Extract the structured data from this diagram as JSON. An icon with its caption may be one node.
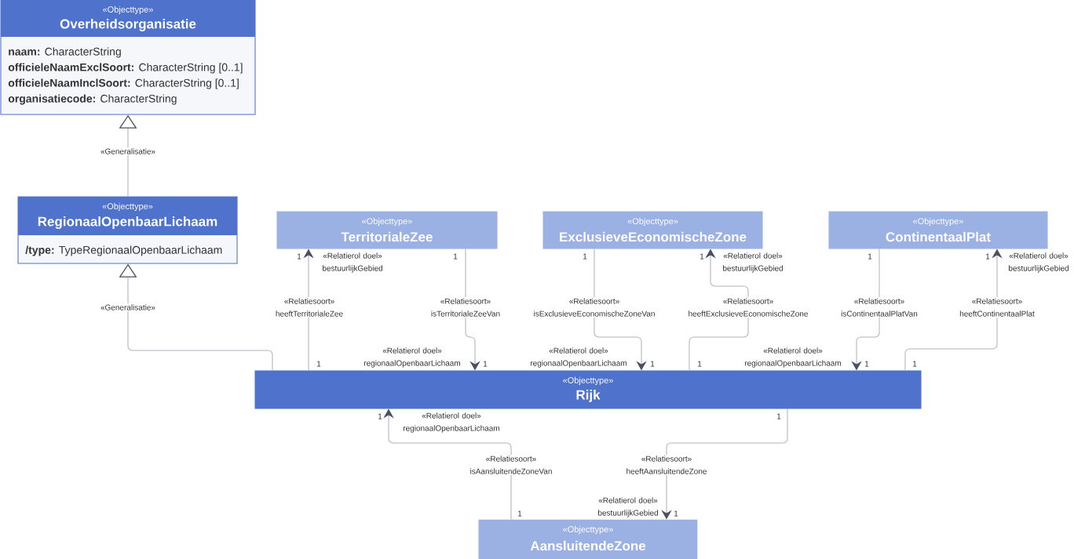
{
  "diagram": {
    "nodes": [
      {
        "text": [
          "«Objecttype»",
          "Overheidsorganisatie",
          "**naam:** CharacterString",
          "**officieleNaamExclSoort:** CharacterString [0..1]",
          "**officieleNaamInclSoort:** CharacterString [0..1]",
          "**organisatiecode:** CharacterString"
        ]
      },
      {
        "text": [
          "«Objecttype»",
          "RegionaalOpenbaarLichaam",
          "**/type:** TypeRegionaalOpenbaarLichaam"
        ]
      },
      {
        "text": [
          "«Objecttype»",
          "TerritorialeZee"
        ]
      },
      {
        "text": [
          "«Objecttype»",
          "ExclusieveEconomischeZone"
        ]
      },
      {
        "text": [
          "«Objecttype»",
          "ContinentaalPlat"
        ]
      },
      {
        "text": [
          "«Objecttype»",
          "Rijk"
        ]
      },
      {
        "text": [
          "«Objecttype»",
          "AansluitendeZone"
        ]
      }
    ],
    "edges": [
      {
        "from": 1,
        "to": 0,
        "arrow": "to",
        "label": "«Generalisatie»"
      },
      {
        "from": 5,
        "to": 1,
        "arrow": "to",
        "label": "«Generalisatie»"
      },
      {
        "from": 5,
        "to": 2,
        "arrow": "to",
        "label": "«Relatiesoort» heeftTerritorialeZee"
      },
      {
        "from": 2,
        "to": 5,
        "arrow": "to",
        "label": "«Relatiesoort» isTerritorialeZeeVan"
      },
      {
        "from": 3,
        "to": 5,
        "arrow": "to",
        "label": "«Relatiesoort» isExclusieveEconomischeZoneVan"
      },
      {
        "from": 5,
        "to": 3,
        "arrow": "to",
        "label": "«Relatiesoort» heeftExclusieveEconomischeZone"
      },
      {
        "from": 4,
        "to": 5,
        "arrow": "to",
        "label": "«Relatiesoort» isContinentaalPlatVan"
      },
      {
        "from": 5,
        "to": 4,
        "arrow": "to",
        "label": "«Relatiesoort» heeftContinentaalPlat"
      },
      {
        "from": 6,
        "to": 5,
        "arrow": "to",
        "label": "«Relatiesoort» isAansluitendeZoneVan"
      },
      {
        "from": 5,
        "to": 6,
        "arrow": "to",
        "label": "«Relatiesoort» heeftAansluitendeZone"
      }
    ],
    "labels": [
      "1",
      "«Relatierol doel» bestuurlijkGebied",
      "1",
      "1",
      "1",
      "«Relatierol doel» bestuurlijkGebied",
      "1",
      "1",
      "«Relatierol doel» bestuurlijkGebied",
      "1",
      "«Relatierol doel» regionaalOpenbaarLichaam",
      "1",
      "«Relatierol doel» regionaalOpenbaarLichaam",
      "1",
      "1",
      "«Relatierol doel» regionaalOpenbaarLichaam",
      "1",
      "1",
      "1",
      "«Relatierol doel» regionaalOpenbaarLichaam",
      "1",
      "«Relatierol doel» bestuurlijkGebied",
      "1",
      "1"
    ]
  }
}
